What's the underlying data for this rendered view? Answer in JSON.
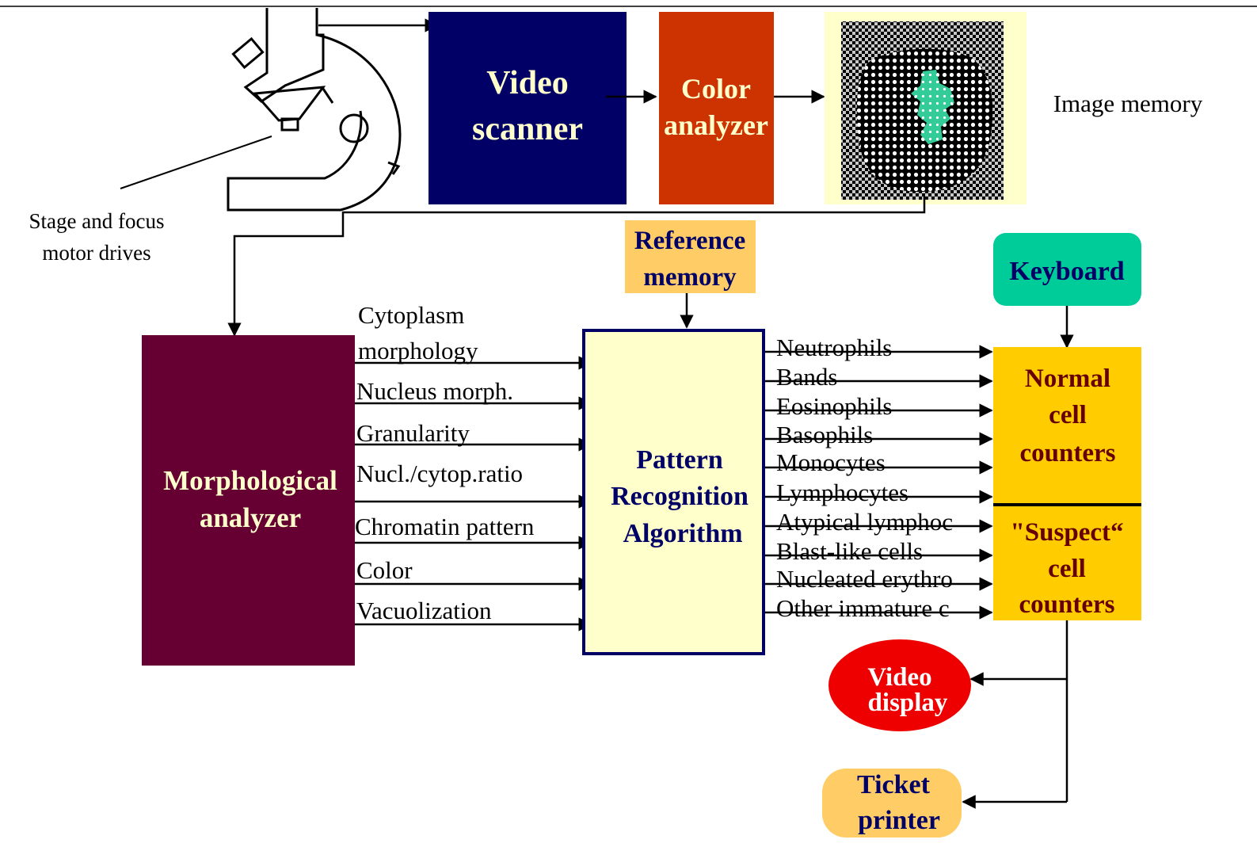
{
  "colors": {
    "video_scanner": "#000066",
    "color_analyzer": "#cc3300",
    "image_memory_bg": "#ffffcc",
    "morph_analyzer": "#660033",
    "pattern_box": "#ffffcc",
    "pattern_border": "#000066",
    "reference_memory": "#ffcc66",
    "keyboard": "#00cc99",
    "counters": "#ffcc00",
    "video_display": "#ee0000",
    "ticket_printer": "#ffcc66",
    "nuclei": "#33cc99",
    "dark_text": "#000066",
    "counter_text": "#660000"
  },
  "microscope": {
    "label_line1": "Stage and focus",
    "label_line2": "motor drives"
  },
  "video_scanner": {
    "line1": "Video",
    "line2": "scanner"
  },
  "color_analyzer": {
    "line1": "Color",
    "line2": "analyzer"
  },
  "image_memory": {
    "label": "Image memory"
  },
  "reference_memory": {
    "line1": "Reference",
    "line2": "memory"
  },
  "keyboard": {
    "label": "Keyboard"
  },
  "morphological_analyzer": {
    "line1": "Morphological",
    "line2": "analyzer"
  },
  "features": [
    "Cytoplasm",
    "morphology",
    "Nucleus morph.",
    "Granularity",
    "Nucl./cytop.ratio",
    "Chromatin pattern",
    "Color",
    "Vacuolization"
  ],
  "pattern_recognition": {
    "line1": "Pattern",
    "line2": "Recognition",
    "line3": "Algorithm"
  },
  "cell_types": [
    "Neutrophils",
    "Bands",
    "Eosinophils",
    "Basophils",
    "Monocytes",
    "Lymphocytes",
    "Atypical lymphoc",
    "Blast-like cells",
    "Nucleated erythro",
    "Other immature c"
  ],
  "normal_counters": {
    "line1": "Normal",
    "line2": "cell",
    "line3": "counters"
  },
  "suspect_counters": {
    "line1": "\"Suspect“",
    "line2": "cell",
    "line3": "counters"
  },
  "video_display": {
    "line1": "Video",
    "line2": "display"
  },
  "ticket_printer": {
    "line1": "Ticket",
    "line2": "printer"
  }
}
